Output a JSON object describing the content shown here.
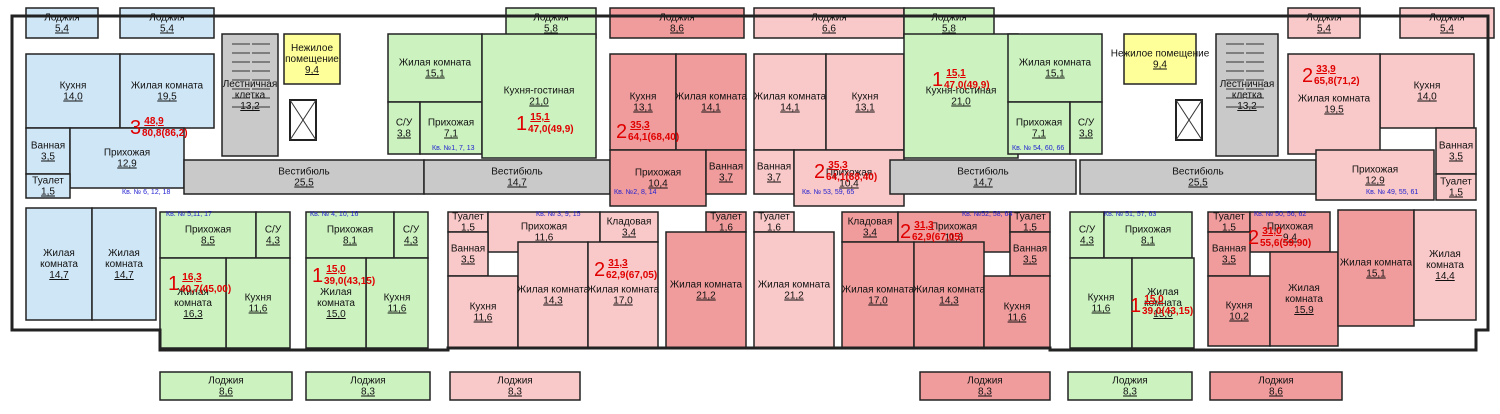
{
  "colors": {
    "blue": "#cfe6f6",
    "green": "#ccf2c0",
    "pink": "#f9c8c8",
    "red": "#f09c9c",
    "gray": "#c9c9c9",
    "yellow": "#ffff99",
    "wall": "#222222",
    "label_red": "#e00000",
    "label_blue": "#1f1fd0"
  },
  "rooms": [
    {
      "name": "Лоджия",
      "area": "5,4"
    },
    {
      "name": "Лоджия",
      "area": "5,4"
    },
    {
      "name": "Кухня",
      "area": "14,0"
    },
    {
      "name": "Жилая комната",
      "area": "19,5"
    },
    {
      "name": "Ванная",
      "area": "3,5"
    },
    {
      "name": "Прихожая",
      "area": "12,9"
    },
    {
      "name": "Туалет",
      "area": "1,5"
    },
    {
      "name": "Жилая комната",
      "area": "14,7"
    },
    {
      "name": "Жилая комната",
      "area": "14,7"
    },
    {
      "name": "Лестничная клетка",
      "area": "13,2"
    },
    {
      "name": "Нежилое помещение",
      "area": "9,4"
    },
    {
      "name": "Вестибюль",
      "area": "25,5"
    },
    {
      "name": "Прихожая",
      "area": "8,5"
    },
    {
      "name": "С/У",
      "area": "4,3"
    },
    {
      "name": "Кухня",
      "area": "11,6"
    },
    {
      "name": "Жилая комната",
      "area": "16,3"
    },
    {
      "name": "Лоджия",
      "area": "8,6"
    },
    {
      "name": "Жилая комната",
      "area": "15,1"
    },
    {
      "name": "С/У",
      "area": "3,8"
    },
    {
      "name": "Прихожая",
      "area": "7,1"
    },
    {
      "name": "Лоджия",
      "area": "5,8"
    },
    {
      "name": "Кухня-гостиная",
      "area": "21,0"
    },
    {
      "name": "Вестибюль",
      "area": "14,7"
    },
    {
      "name": "Прихожая",
      "area": "8,1"
    },
    {
      "name": "С/У",
      "area": "4,3"
    },
    {
      "name": "Кухня",
      "area": "11,6"
    },
    {
      "name": "Жилая комната",
      "area": "15,0"
    },
    {
      "name": "Лоджия",
      "area": "8,3"
    },
    {
      "name": "Туалет",
      "area": "1,5"
    },
    {
      "name": "Прихожая",
      "area": "11,6"
    },
    {
      "name": "Кладовая",
      "area": "3,4"
    },
    {
      "name": "Ванная",
      "area": "3,5"
    },
    {
      "name": "Кухня",
      "area": "11,6"
    },
    {
      "name": "Жилая комната",
      "area": "14,3"
    },
    {
      "name": "Жилая комната",
      "area": "17,0"
    },
    {
      "name": "Лоджия",
      "area": "8,3"
    },
    {
      "name": "Лоджия",
      "area": "8,6"
    },
    {
      "name": "Кухня",
      "area": "13,1"
    },
    {
      "name": "Жилая комната",
      "area": "14,1"
    },
    {
      "name": "Прихожая",
      "area": "10,4"
    },
    {
      "name": "Ванная",
      "area": "3,7"
    },
    {
      "name": "Туалет",
      "area": "1,6"
    },
    {
      "name": "Жилая комната",
      "area": "21,2"
    },
    {
      "name": "Лоджия",
      "area": "6,6"
    },
    {
      "name": "Жилая комната",
      "area": "14,1"
    },
    {
      "name": "Кухня",
      "area": "13,1"
    },
    {
      "name": "Ванная",
      "area": "3,7"
    },
    {
      "name": "Прихожая",
      "area": "10,4"
    },
    {
      "name": "Туалет",
      "area": "1,6"
    },
    {
      "name": "Жилая комната",
      "area": "21,2"
    },
    {
      "name": "Кладовая",
      "area": "3,4"
    },
    {
      "name": "Прихожая",
      "area": "11,6"
    },
    {
      "name": "Туалет",
      "area": "1,5"
    },
    {
      "name": "Ванная",
      "area": "3,5"
    },
    {
      "name": "Жилая комната",
      "area": "17,0"
    },
    {
      "name": "Жилая комната",
      "area": "14,3"
    },
    {
      "name": "Кухня",
      "area": "11,6"
    },
    {
      "name": "Лоджия",
      "area": "8,3"
    },
    {
      "name": "Лоджия",
      "area": "5,8"
    },
    {
      "name": "Кухня-гостиная",
      "area": "21,0"
    },
    {
      "name": "Жилая комната",
      "area": "15,1"
    },
    {
      "name": "Прихожая",
      "area": "7,1"
    },
    {
      "name": "С/У",
      "area": "3,8"
    },
    {
      "name": "Вестибюль",
      "area": "14,7"
    },
    {
      "name": "С/У",
      "area": "4,3"
    },
    {
      "name": "Прихожая",
      "area": "8,1"
    },
    {
      "name": "Кухня",
      "area": "11,6"
    },
    {
      "name": "Жилая комната",
      "area": "15,0"
    },
    {
      "name": "Лоджия",
      "area": "8,3"
    },
    {
      "name": "Нежилое помещение",
      "area": "9,4"
    },
    {
      "name": "Лестничная клетка",
      "area": "13,2"
    },
    {
      "name": "Вестибюль",
      "area": "25,5"
    },
    {
      "name": "Туалет",
      "area": "1,5"
    },
    {
      "name": "Прихожая",
      "area": "9,4"
    },
    {
      "name": "Ванная",
      "area": "3,5"
    },
    {
      "name": "Кухня",
      "area": "10,2"
    },
    {
      "name": "Жилая комната",
      "area": "15,9"
    },
    {
      "name": "Жилая комната",
      "area": "15,1"
    },
    {
      "name": "Жилая комната",
      "area": "14,4"
    },
    {
      "name": "Лоджия",
      "area": "8,6"
    },
    {
      "name": "Лоджия",
      "area": "5,4"
    },
    {
      "name": "Лоджия",
      "area": "5,4"
    },
    {
      "name": "Кухня",
      "area": "14,0"
    },
    {
      "name": "Жилая комната",
      "area": "19,5"
    },
    {
      "name": "Ванная",
      "area": "3,5"
    },
    {
      "name": "Прихожая",
      "area": "12,9"
    },
    {
      "name": "Туалет",
      "area": "1,5"
    }
  ],
  "apartments": [
    {
      "rooms": "3",
      "living": "48,9",
      "area": "80,8(86,2)"
    },
    {
      "rooms": "1",
      "living": "16,3",
      "area": "40,7(45,00)"
    },
    {
      "rooms": "1",
      "living": "15,1",
      "area": "47,0(49,9)"
    },
    {
      "rooms": "1",
      "living": "15,0",
      "area": "39,0(43,15)"
    },
    {
      "rooms": "2",
      "living": "31,3",
      "area": "62,9(67,05)"
    },
    {
      "rooms": "2",
      "living": "35,3",
      "area": "64,1(68,40)"
    },
    {
      "rooms": "2",
      "living": "35,3",
      "area": "64,1(68,40)"
    },
    {
      "rooms": "2",
      "living": "31,3",
      "area": "62,9(67,05)"
    },
    {
      "rooms": "1",
      "living": "15,1",
      "area": "47,0(49,9)"
    },
    {
      "rooms": "1",
      "living": "15,0",
      "area": "39,0(43,15)"
    },
    {
      "rooms": "2",
      "living": "33,9",
      "area": "65,8(71,2)"
    },
    {
      "rooms": "2",
      "living": "31,0",
      "area": "55,6(59,90)"
    }
  ],
  "flat_numbers": [
    "Кв. № 6, 12, 18",
    "Кв. № 5,11, 17",
    "Кв. №1, 7, 13",
    "Кв. № 4, 10, 16",
    "Кв. № 3, 9, 15",
    "Кв. №2, 8, 14",
    "Кв. № 53, 59, 65",
    "Кв. №52, 58, 64",
    "Кв. № 54, 60, 66",
    "Кв. № 51, 57, 63",
    "Кв. № 50, 56, 62",
    "Кв. № 49, 55, 61"
  ]
}
